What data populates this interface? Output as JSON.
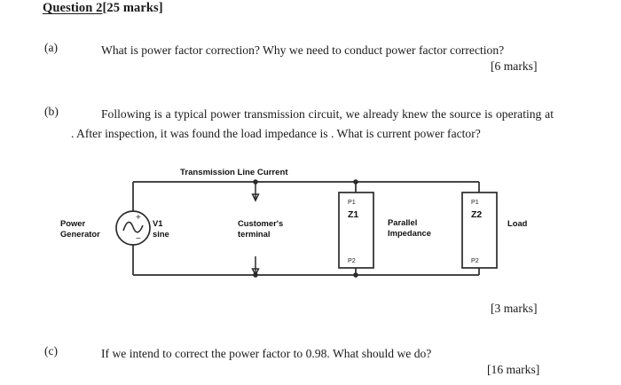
{
  "heading": {
    "title": "Question 2",
    "marks": "[25 marks]"
  },
  "parts": {
    "a": {
      "label": "(a)",
      "text": "What is power factor correction? Why we need to conduct power factor correction?",
      "marks": "[6 marks]"
    },
    "b": {
      "label": "(b)",
      "text": "Following is a typical power transmission circuit, we already knew the source is operating at . After inspection, it was found the load impedance is . What is current power factor?",
      "marks": "[3 marks]"
    },
    "c": {
      "label": "(c)",
      "text": "If we intend to correct the power factor to 0.98. What should we do?",
      "marks": "[16 marks]"
    }
  },
  "circuit": {
    "title": "Transmission Line Current",
    "source": {
      "name": "V1",
      "type": "sine",
      "plus": "+",
      "minus": "−",
      "caption_line1": "Power",
      "caption_line2": "Generator"
    },
    "terminal": {
      "line1": "Customer's",
      "line2": "terminal"
    },
    "z1": {
      "name": "Z1",
      "pin_top": "P1",
      "pin_bottom": "P2"
    },
    "parallel": {
      "line1": "Parallel",
      "line2": "Impedance"
    },
    "z2": {
      "name": "Z2",
      "pin_top": "P1",
      "pin_bottom": "P2"
    },
    "load": {
      "label": "Load"
    }
  },
  "colors": {
    "ink": "#1a1a1a",
    "wire": "#2b2b2b",
    "paper": "#ffffff"
  }
}
